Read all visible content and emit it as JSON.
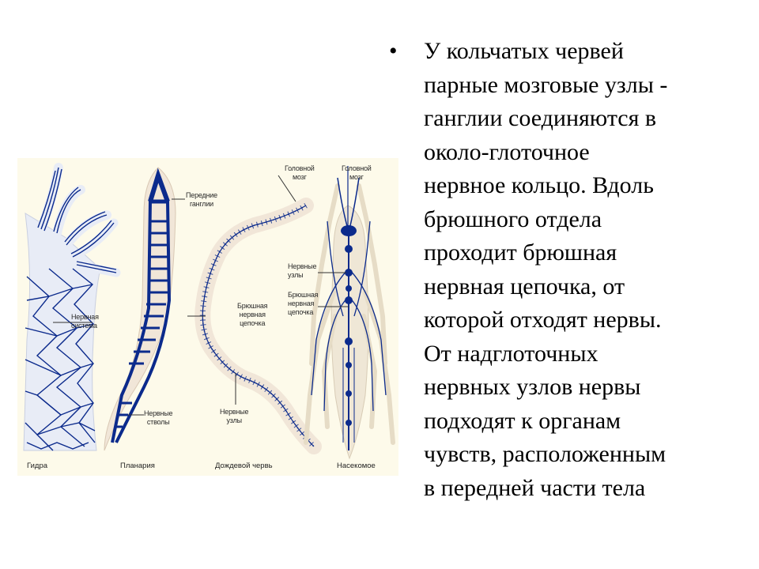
{
  "slide": {
    "bullet_symbol": "•",
    "text_lines": [
      "У кольчатых червей",
      "парные мозговые узлы -",
      "ганглии соединяются в",
      "около-глоточное",
      "нервное кольцо. Вдоль",
      "брюшного отдела",
      "проходит брюшная",
      "нервная цепочка, от",
      "которой отходят нервы.",
      "От надглоточных",
      "нервных узлов нервы",
      "подходят к органам",
      "чувств, расположенным",
      "в передней части тела"
    ]
  },
  "figure": {
    "colors": {
      "background": "#fdfaea",
      "nerve": "#0b2a8c",
      "body": "#f1e6d8",
      "body_outline": "#d9c8b4"
    },
    "labels": {
      "hydra_nervous_system": [
        "Нервная",
        "система"
      ],
      "planaria_front_ganglia": [
        "Передние",
        "ганглии"
      ],
      "planaria_nerve_trunks": [
        "Нервные",
        "стволы"
      ],
      "worm_ventral_chain": [
        "Брюшная",
        "нервная",
        "цепочка"
      ],
      "worm_nerve_nodes": [
        "Нервные",
        "узлы"
      ],
      "worm_brain": [
        "Головной",
        "мозг"
      ],
      "insect_brain": [
        "Головной",
        "мозг"
      ],
      "insect_nerve_nodes": [
        "Нервные",
        "узлы"
      ],
      "insect_ventral_chain": [
        "Брюшная",
        "нервная",
        "цепочка"
      ]
    },
    "captions": {
      "hydra": "Гидра",
      "planaria": "Планария",
      "earthworm": "Дождевой червь",
      "insect": "Насекомое"
    }
  }
}
